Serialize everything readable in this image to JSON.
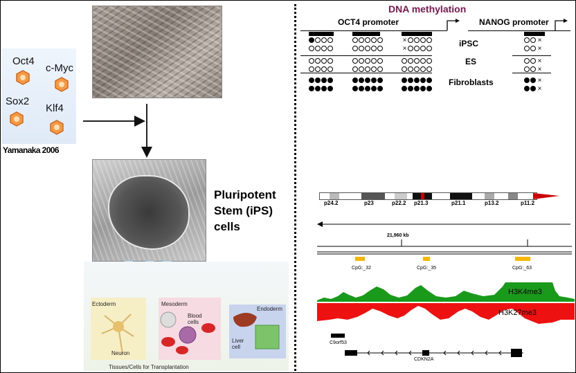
{
  "left": {
    "factors": [
      "Oct4",
      "c-Myc",
      "Sox2",
      "Klf4"
    ],
    "citation": "Yamanaka 2006",
    "ips_label": [
      "Pluripotent",
      "Stem (iPS)",
      "cells"
    ],
    "tissue": {
      "germ_layers": [
        "Ectoderm",
        "Mesoderm",
        "Endoderm"
      ],
      "cell_types": [
        "Neuron",
        "Blood cells",
        "Liver cell"
      ],
      "caption": "Tissues/Cells for Transplantation"
    }
  },
  "right": {
    "title": "DNA methylation",
    "promoters": [
      "OCT4 promoter",
      "NANOG promoter"
    ],
    "rows": [
      "iPSC",
      "ES",
      "Fibroblasts"
    ],
    "chromosome_bands": [
      "p24.2",
      "p23",
      "p22.2",
      "p21.3",
      "p21.1",
      "p13.2",
      "p11.2"
    ],
    "coordinate": "21,960 kb",
    "cpg_islands": [
      "CpG:_32",
      "CpG:_35",
      "CpG:_63"
    ],
    "tracks": [
      "H3K4me3",
      "H3K27me3"
    ],
    "genes": [
      "C9orf53",
      "CDKN2A"
    ],
    "colors": {
      "title": "#7a1650",
      "h3k4me3": "#1a9a1a",
      "h3k27me3": "#e11",
      "cpg": "#f5b700",
      "centromere": "#c00"
    }
  }
}
